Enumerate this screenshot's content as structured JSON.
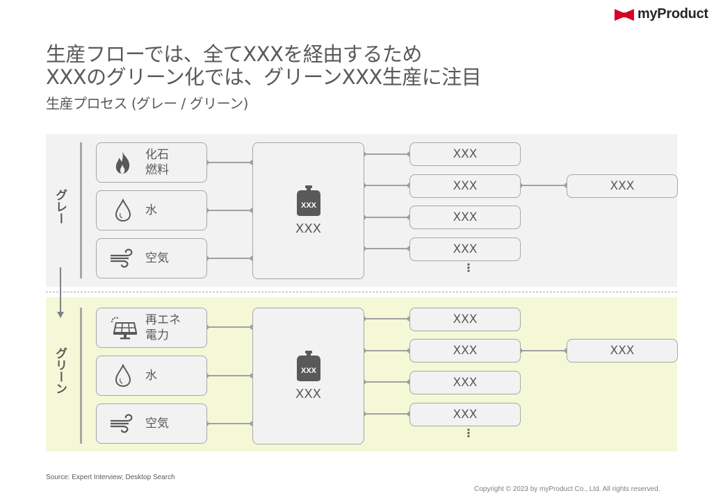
{
  "brand": {
    "name": "myProduct",
    "logo_icon": "bow-logo-icon",
    "accent_color": "#d7002a"
  },
  "header": {
    "title_line1": "生産フローでは、全てXXXを経由するため",
    "title_line2": "XXXのグリーン化では、グリーンXXX生産に注目",
    "subtitle": "生産プロセス (グレー / グリーン)"
  },
  "sections": [
    {
      "label": "グレー",
      "background": "#f2f2f2",
      "inputs": [
        {
          "icon": "flame-icon",
          "label_line1": "化石",
          "label_line2": "燃料"
        },
        {
          "icon": "water-drop-icon",
          "label_line1": "水",
          "label_line2": ""
        },
        {
          "icon": "wind-icon",
          "label_line1": "空気",
          "label_line2": ""
        }
      ],
      "hub": {
        "icon": "weight-icon",
        "icon_text": "XXX",
        "label": "XXX"
      },
      "outputs": [
        "XXX",
        "XXX",
        "XXX",
        "XXX"
      ],
      "more_indicator": "⋮",
      "downstream": {
        "from_output_index": 1,
        "label": "XXX"
      }
    },
    {
      "label": "グリーン",
      "background": "#f4f8d6",
      "inputs": [
        {
          "icon": "solar-panel-icon",
          "label_line1": "再エネ",
          "label_line2": "電力"
        },
        {
          "icon": "water-drop-icon",
          "label_line1": "水",
          "label_line2": ""
        },
        {
          "icon": "wind-icon",
          "label_line1": "空気",
          "label_line2": ""
        }
      ],
      "hub": {
        "icon": "weight-icon",
        "icon_text": "XXX",
        "label": "XXX"
      },
      "outputs": [
        "XXX",
        "XXX",
        "XXX",
        "XXX"
      ],
      "more_indicator": "⋮",
      "downstream": {
        "from_output_index": 1,
        "label": "XXX"
      }
    }
  ],
  "footer": {
    "source": "Source: Expert Interview; Desktop Search",
    "copyright": "Copyright © 2023 by myProduct Co., Ltd.  All rights reserved."
  }
}
